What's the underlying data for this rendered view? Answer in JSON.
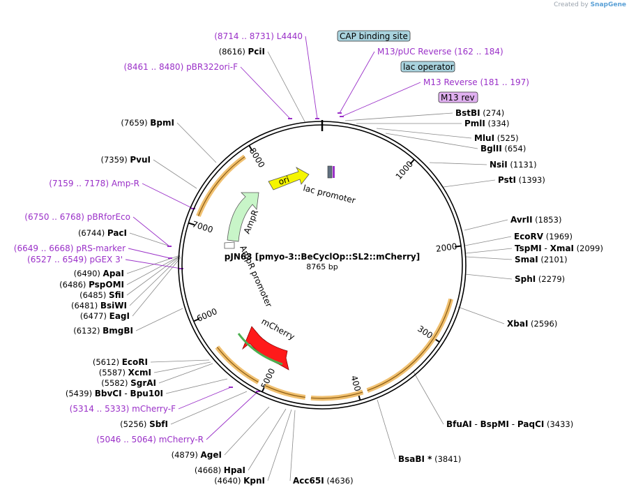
{
  "watermark": {
    "prefix": "Created by",
    "brand": "SnapGene"
  },
  "plasmid": {
    "name": "pJN63 [pmyo-3::BeCyclOp::SL2::mCherry]",
    "size_label": "8765 bp"
  },
  "ticks": [
    "1000",
    "2000",
    "3000",
    "4000",
    "5000",
    "6000",
    "7000",
    "8000"
  ],
  "colors": {
    "primer": "#9a30c8",
    "ring": "#000000",
    "cds_fill": "#f0c070",
    "ori": "#f5f500",
    "ampr": "#c8f5c8",
    "mcherry": "#ff1a1a",
    "box": "#a9d3de",
    "primer_box": "#e0b0f0"
  },
  "features": [
    {
      "id": "ori",
      "label": "ori"
    },
    {
      "id": "ampr",
      "label": "AmpR"
    },
    {
      "id": "ampr_promoter",
      "label": "AmpR promoter"
    },
    {
      "id": "lac_promoter",
      "label": "lac promoter"
    },
    {
      "id": "mcherry",
      "label": "mCherry"
    }
  ],
  "boxed_labels": [
    {
      "id": "cap",
      "text": "CAP binding site"
    },
    {
      "id": "lacop",
      "text": "lac operator"
    },
    {
      "id": "m13rev",
      "text": "M13 rev"
    }
  ],
  "primers": [
    {
      "id": "l4440",
      "range": "(8714 .. 8731)",
      "name": "L4440"
    },
    {
      "id": "pbr322",
      "range": "(8461 .. 8480)",
      "name": "pBR322ori-F"
    },
    {
      "id": "m13puc",
      "name": "M13/pUC Reverse",
      "range": "(162 .. 184)"
    },
    {
      "id": "m13reverse",
      "name": "M13 Reverse",
      "range": "(181 .. 197)"
    },
    {
      "id": "ampr_p",
      "range": "(7159 .. 7178)",
      "name": "Amp-R"
    },
    {
      "id": "pbrfor",
      "range": "(6750 .. 6768)",
      "name": "pBRforEco"
    },
    {
      "id": "prs",
      "range": "(6649 .. 6668)",
      "name": "pRS-marker"
    },
    {
      "id": "pgex",
      "range": "(6527 .. 6549)",
      "name": "pGEX 3'"
    },
    {
      "id": "mchf",
      "range": "(5314 .. 5333)",
      "name": "mCherry-F"
    },
    {
      "id": "mchr",
      "range": "(5046 .. 5064)",
      "name": "mCherry-R"
    }
  ],
  "sites_right": [
    {
      "id": "bsti",
      "name": "BstBI",
      "pos": "(274)"
    },
    {
      "id": "pmli",
      "name": "PmlI",
      "pos": "(334)"
    },
    {
      "id": "mlui",
      "name": "MluI",
      "pos": "(525)"
    },
    {
      "id": "bglii",
      "name": "BglII",
      "pos": "(654)"
    },
    {
      "id": "nsii",
      "name": "NsiI",
      "pos": "(1131)"
    },
    {
      "id": "psti",
      "name": "PstI",
      "pos": "(1393)"
    },
    {
      "id": "avrii",
      "name": "AvrII",
      "pos": "(1853)"
    },
    {
      "id": "ecorv",
      "name": "EcoRV",
      "pos": "(1969)"
    },
    {
      "id": "tspmi",
      "name": "TspMI",
      "sep": "-",
      "name2": "XmaI",
      "pos": "(2099)"
    },
    {
      "id": "smai",
      "name": "SmaI",
      "pos": "(2101)"
    },
    {
      "id": "sphi",
      "name": "SphI",
      "pos": "(2279)"
    },
    {
      "id": "xbai",
      "name": "XbaI",
      "pos": "(2596)"
    },
    {
      "id": "bfuai",
      "name": "BfuAI",
      "sep": "-",
      "name2": "BspMI",
      "sep2": "-",
      "name3": "PaqCI",
      "pos": "(3433)"
    },
    {
      "id": "bsabi",
      "name": "BsaBI *",
      "pos": "(3841)"
    },
    {
      "id": "acc65i",
      "name": "Acc65I",
      "pos": "(4636)"
    }
  ],
  "sites_left": [
    {
      "id": "pcii",
      "pos": "(8616)",
      "name": "PciI"
    },
    {
      "id": "bpmi",
      "pos": "(7659)",
      "name": "BpmI"
    },
    {
      "id": "pvui",
      "pos": "(7359)",
      "name": "PvuI"
    },
    {
      "id": "paci",
      "pos": "(6744)",
      "name": "PacI"
    },
    {
      "id": "apai",
      "pos": "(6490)",
      "name": "ApaI"
    },
    {
      "id": "pspomi",
      "pos": "(6486)",
      "name": "PspOMI"
    },
    {
      "id": "sfii",
      "pos": "(6485)",
      "name": "SfiI"
    },
    {
      "id": "bsiwi",
      "pos": "(6481)",
      "name": "BsiWI"
    },
    {
      "id": "eagi",
      "pos": "(6477)",
      "name": "EagI"
    },
    {
      "id": "bmgbi",
      "pos": "(6132)",
      "name": "BmgBI"
    },
    {
      "id": "ecori",
      "pos": "(5612)",
      "name": "EcoRI"
    },
    {
      "id": "xcmi",
      "pos": "(5587)",
      "name": "XcmI"
    },
    {
      "id": "sgrai",
      "pos": "(5582)",
      "name": "SgrAI"
    },
    {
      "id": "bbvci",
      "pos": "(5439)",
      "name": "BbvCI",
      "sep": "-",
      "name2": "Bpu10I"
    },
    {
      "id": "sbfi",
      "pos": "(5256)",
      "name": "SbfI"
    },
    {
      "id": "agei",
      "pos": "(4879)",
      "name": "AgeI"
    },
    {
      "id": "hpai",
      "pos": "(4668)",
      "name": "HpaI"
    },
    {
      "id": "kpni",
      "pos": "(4640)",
      "name": "KpnI"
    }
  ]
}
